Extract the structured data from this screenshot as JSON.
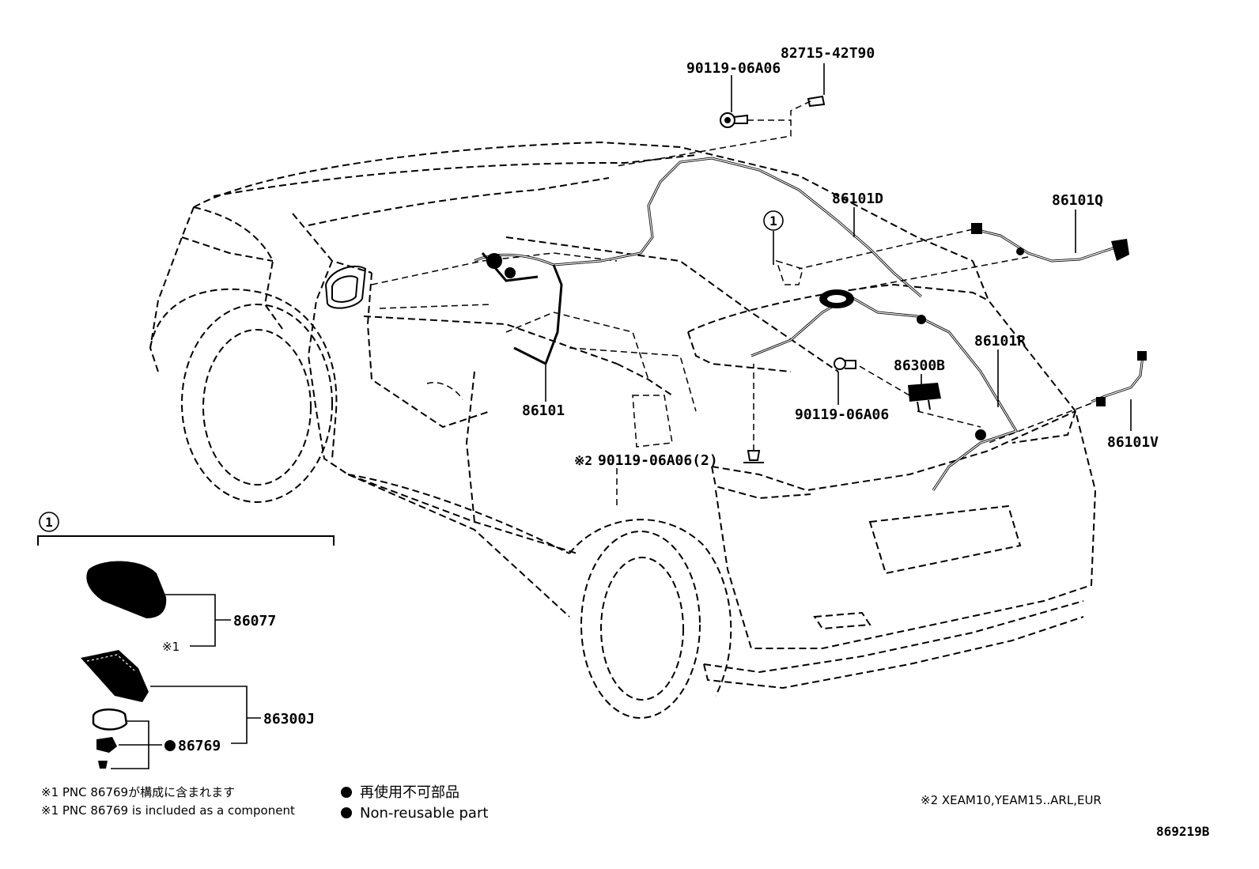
{
  "parts": {
    "p82715": "82715-42T90",
    "p90119_top": "90119-06A06",
    "p86101D": "86101D",
    "p86101Q": "86101Q",
    "p86101R": "86101R",
    "p86300B": "86300B",
    "p90119_mid": "90119-06A06",
    "p86101V": "86101V",
    "p86101": "86101",
    "p90119_2": "90119-06A06(2)",
    "p86077": "86077",
    "p86300J": "86300J",
    "p86769": "86769"
  },
  "markers": {
    "circle1": "1",
    "note_mark_1": "※1",
    "note_mark_2": "※2"
  },
  "notes": {
    "jp_component": "※1 PNC 86769が構成に含まれます",
    "en_component": "※1 PNC 86769 is included as a component",
    "jp_nonreusable": "再使用不可部品",
    "en_nonreusable": "Non-reusable part",
    "applicability": "※2 XEAM10,YEAM15..ARL,EUR",
    "diagram_code": "869219B"
  }
}
